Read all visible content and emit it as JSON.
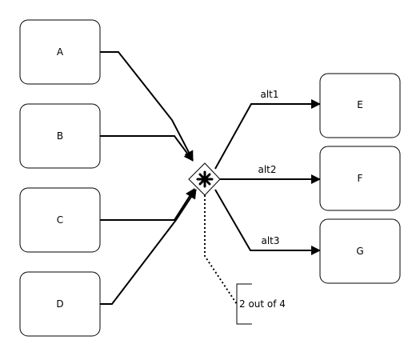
{
  "diagram": {
    "tasks": {
      "a": "A",
      "b": "B",
      "c": "C",
      "d": "D",
      "e": "E",
      "f": "F",
      "g": "G"
    },
    "flows": {
      "alt1": "alt1",
      "alt2": "alt2",
      "alt3": "alt3"
    },
    "annotation": "2 out of 4",
    "gateway_type": "complex-gateway"
  }
}
